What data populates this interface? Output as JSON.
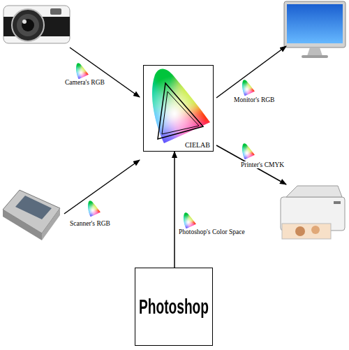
{
  "diagram": {
    "nodes": [
      {
        "text": [
          "CIELAB"
        ]
      },
      {
        "text": [
          "Photoshop"
        ]
      }
    ],
    "edges": [
      {
        "from": 1,
        "to": 0,
        "arrow": "to",
        "label": "Photoshop's Color Space"
      }
    ],
    "labels": [
      "Camera's RGB",
      "Monitor's RGB",
      "Printer's CMYK",
      "Scanner's RGB"
    ]
  }
}
